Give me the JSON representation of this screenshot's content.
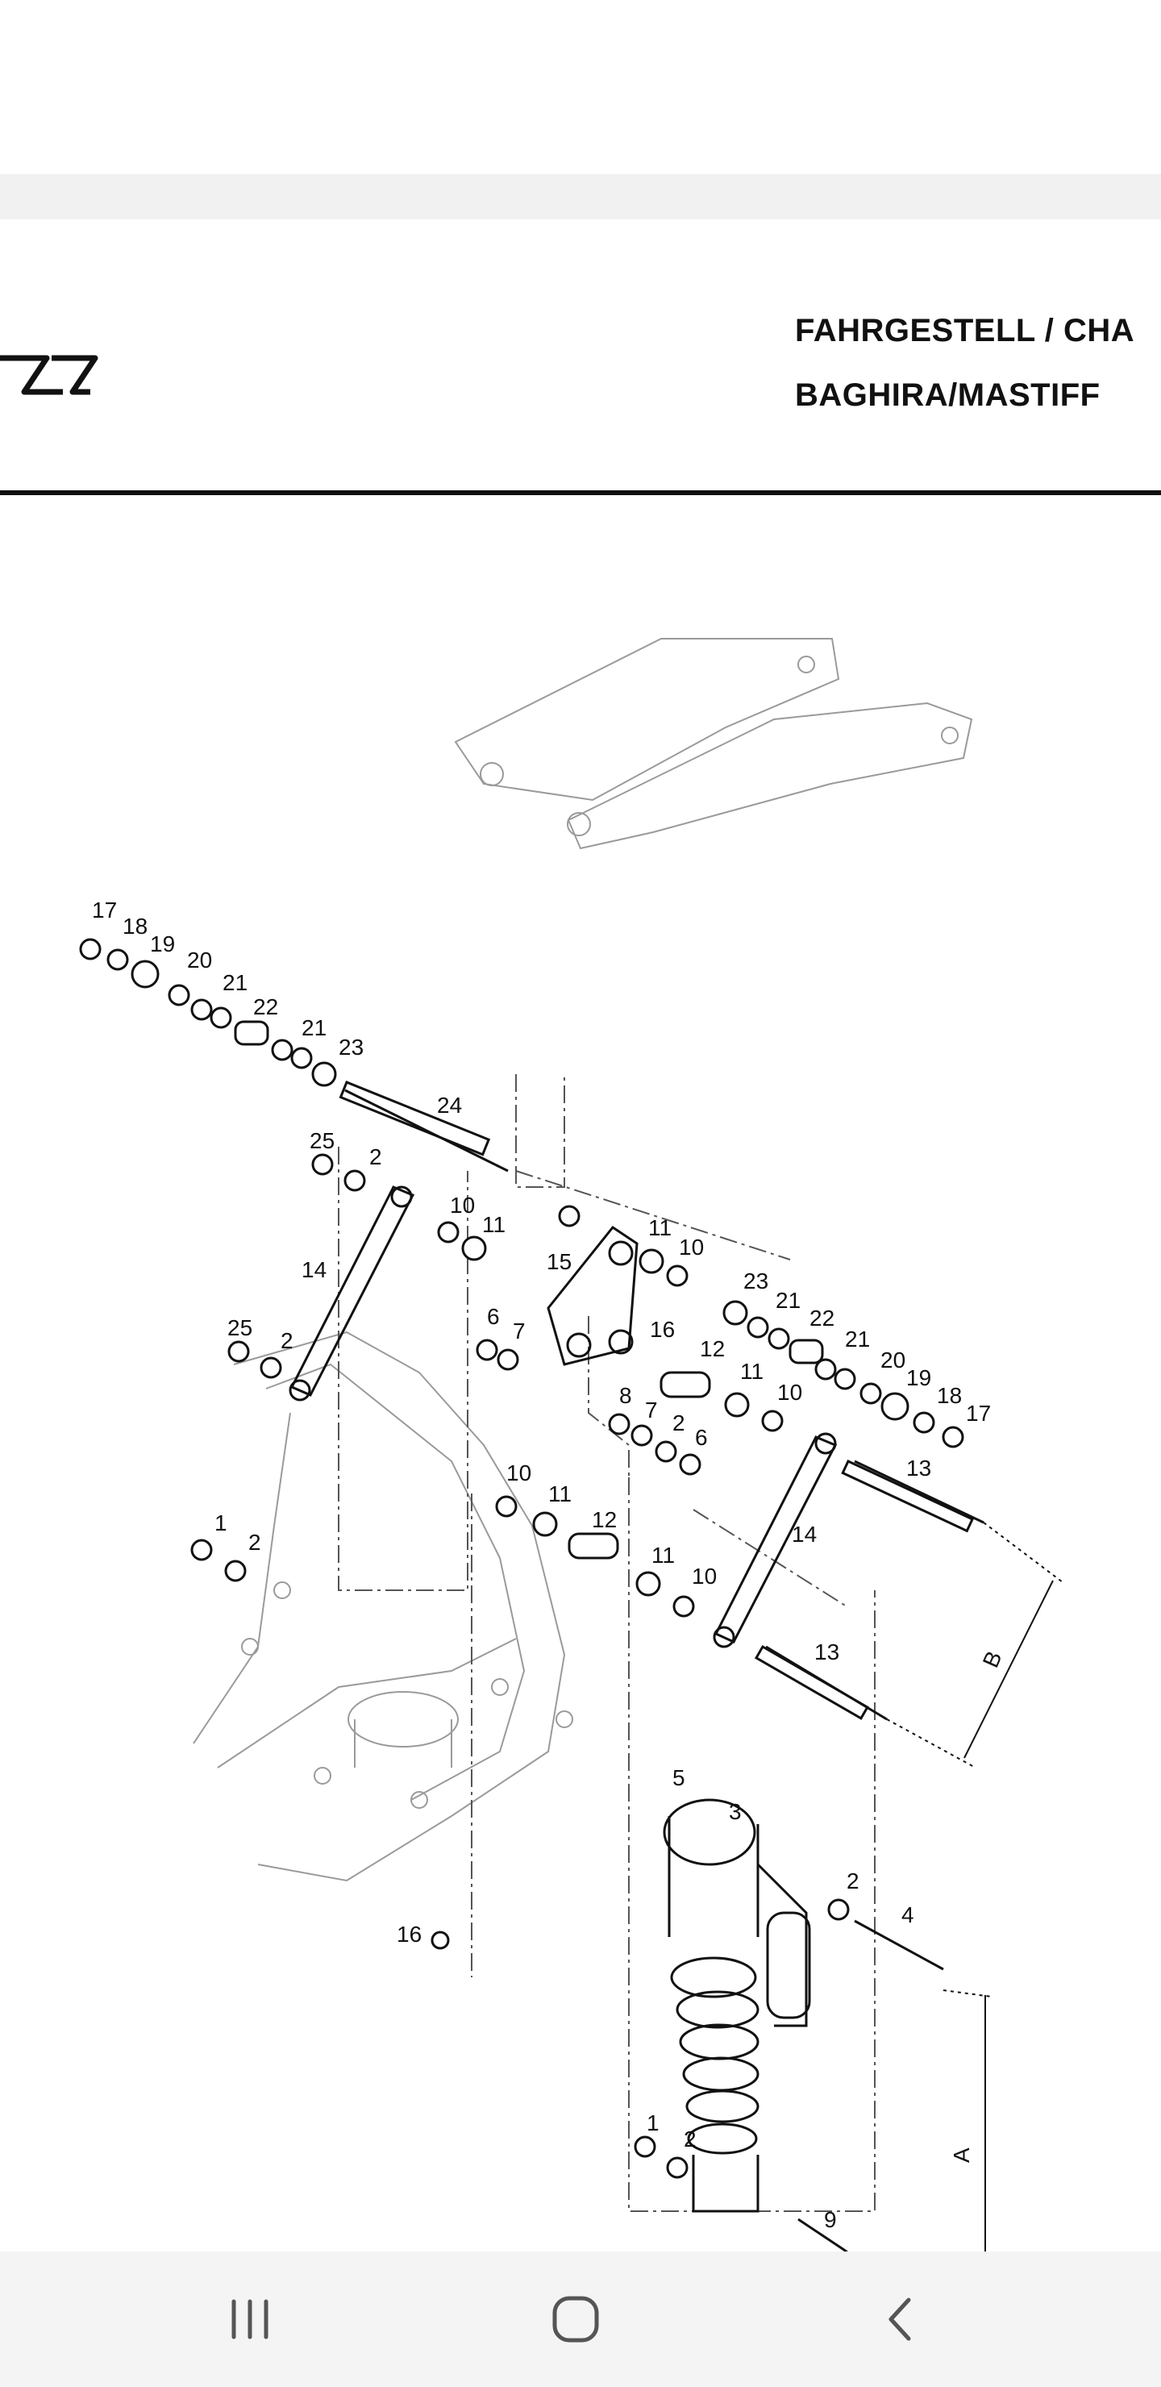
{
  "document": {
    "title": "FAHRGESTELL / CHA",
    "subtitle": "BAGHIRA/MASTIFF"
  },
  "diagram": {
    "callouts": [
      "17",
      "18",
      "19",
      "20",
      "21",
      "22",
      "21",
      "23",
      "24",
      "25",
      "2",
      "10",
      "11",
      "14",
      "15",
      "11",
      "10",
      "6",
      "7",
      "16",
      "25",
      "2",
      "23",
      "21",
      "22",
      "21",
      "20",
      "19",
      "18",
      "17",
      "12",
      "11",
      "10",
      "8",
      "7",
      "2",
      "6",
      "13",
      "14",
      "10",
      "11",
      "12",
      "11",
      "10",
      "1",
      "2",
      "B",
      "13",
      "5",
      "3",
      "2",
      "4",
      "16",
      "A",
      "1",
      "2",
      "9"
    ]
  },
  "navigation": {
    "icons": [
      "recent-apps-icon",
      "home-icon",
      "back-icon"
    ]
  }
}
